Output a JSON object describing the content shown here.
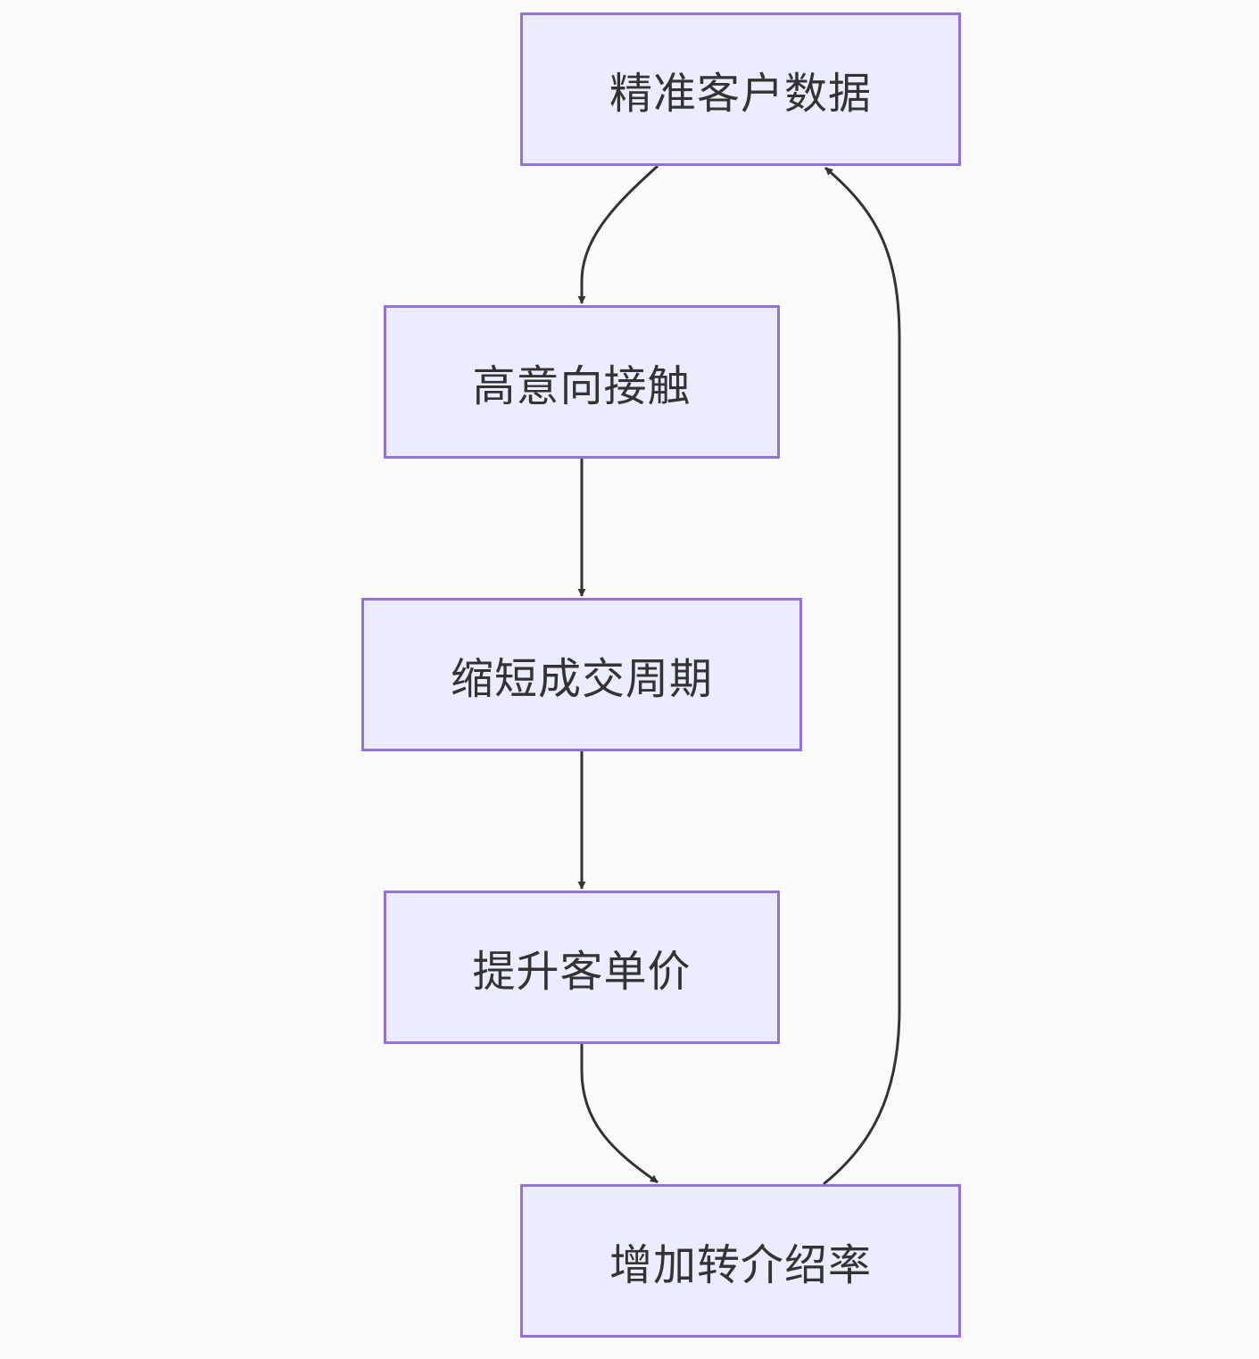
{
  "diagram": {
    "type": "flowchart",
    "nodes": [
      {
        "id": "n1",
        "label": "精准客户数据"
      },
      {
        "id": "n2",
        "label": "高意向接触"
      },
      {
        "id": "n3",
        "label": "缩短成交周期"
      },
      {
        "id": "n4",
        "label": "提升客单价"
      },
      {
        "id": "n5",
        "label": "增加转介绍率"
      }
    ],
    "edges": [
      {
        "from": "n1",
        "to": "n2"
      },
      {
        "from": "n2",
        "to": "n3"
      },
      {
        "from": "n3",
        "to": "n4"
      },
      {
        "from": "n4",
        "to": "n5"
      },
      {
        "from": "n5",
        "to": "n1"
      }
    ],
    "colors": {
      "background": "#fafafa",
      "node_fill": "#ececff",
      "node_border": "#9370db",
      "edge": "#333333",
      "text": "#333333"
    }
  }
}
